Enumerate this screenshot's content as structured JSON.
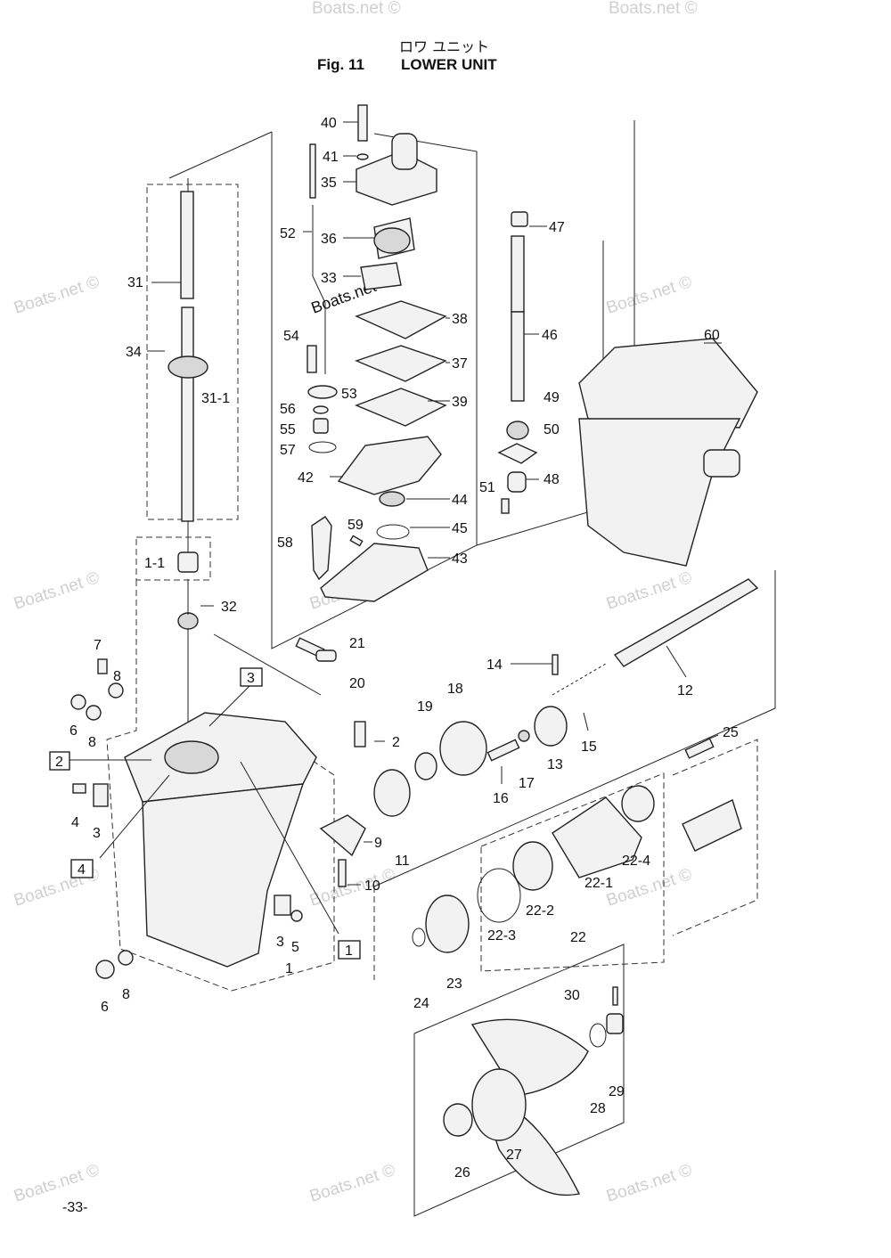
{
  "title": {
    "jp": "ロワ ユニット",
    "fig": "Fig. 11",
    "name": "LOWER UNIT"
  },
  "page_number": "-33-",
  "watermark": "Boats.net ©",
  "watermark_angled": "Boats.net",
  "callouts": [
    {
      "label": "40"
    },
    {
      "label": "41"
    },
    {
      "label": "35"
    },
    {
      "label": "52"
    },
    {
      "label": "36"
    },
    {
      "label": "33"
    },
    {
      "label": "31"
    },
    {
      "label": "38"
    },
    {
      "label": "34"
    },
    {
      "label": "37"
    },
    {
      "label": "54"
    },
    {
      "label": "31-1"
    },
    {
      "label": "53"
    },
    {
      "label": "39"
    },
    {
      "label": "56"
    },
    {
      "label": "55"
    },
    {
      "label": "57"
    },
    {
      "label": "42"
    },
    {
      "label": "44"
    },
    {
      "label": "45"
    },
    {
      "label": "59"
    },
    {
      "label": "58"
    },
    {
      "label": "43"
    },
    {
      "label": "47"
    },
    {
      "label": "46"
    },
    {
      "label": "49"
    },
    {
      "label": "50"
    },
    {
      "label": "48"
    },
    {
      "label": "51"
    },
    {
      "label": "60"
    },
    {
      "label": "1-1"
    },
    {
      "label": "32"
    },
    {
      "label": "7"
    },
    {
      "label": "8"
    },
    {
      "label": "6"
    },
    {
      "label": "8"
    },
    {
      "label": "4"
    },
    {
      "label": "3"
    },
    {
      "label": "21"
    },
    {
      "label": "20"
    },
    {
      "label": "14"
    },
    {
      "label": "12"
    },
    {
      "label": "19"
    },
    {
      "label": "18"
    },
    {
      "label": "2"
    },
    {
      "label": "13"
    },
    {
      "label": "15"
    },
    {
      "label": "17"
    },
    {
      "label": "16"
    },
    {
      "label": "11"
    },
    {
      "label": "25"
    },
    {
      "label": "9"
    },
    {
      "label": "10"
    },
    {
      "label": "22-4"
    },
    {
      "label": "22-1"
    },
    {
      "label": "22-2"
    },
    {
      "label": "22-3"
    },
    {
      "label": "22"
    },
    {
      "label": "3"
    },
    {
      "label": "5"
    },
    {
      "label": "1"
    },
    {
      "label": "24"
    },
    {
      "label": "23"
    },
    {
      "label": "6"
    },
    {
      "label": "8"
    },
    {
      "label": "30"
    },
    {
      "label": "29"
    },
    {
      "label": "28"
    },
    {
      "label": "27"
    },
    {
      "label": "26"
    }
  ],
  "boxed_refs": [
    {
      "label": "3"
    },
    {
      "label": "2"
    },
    {
      "label": "4"
    },
    {
      "label": "1"
    }
  ]
}
